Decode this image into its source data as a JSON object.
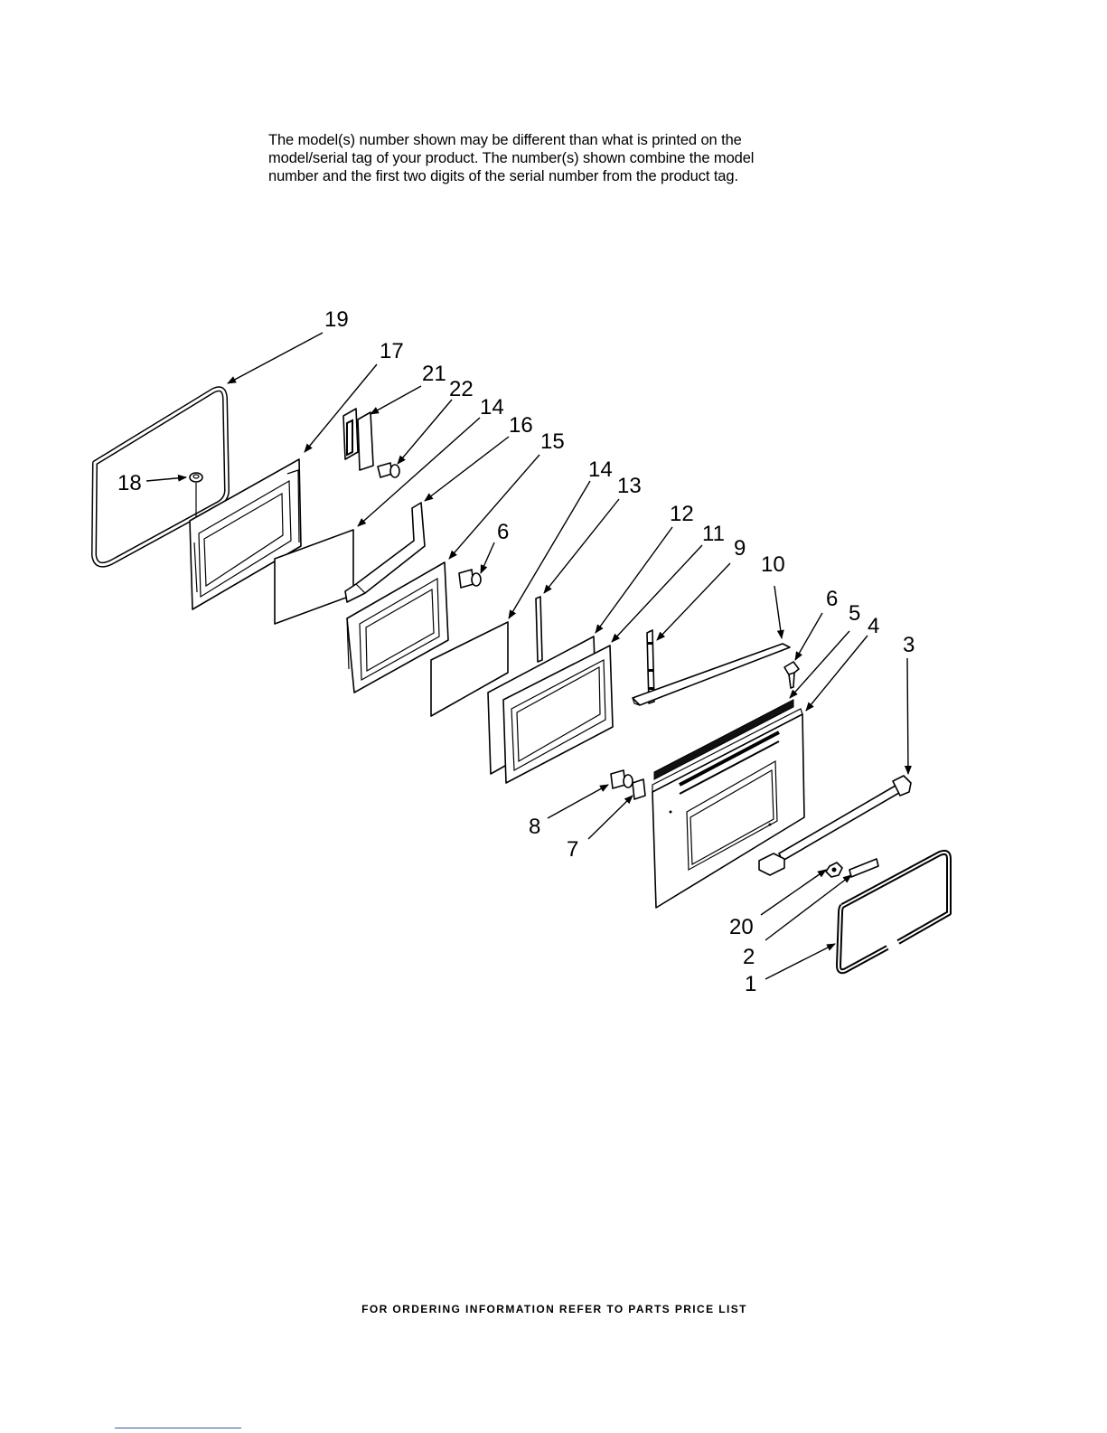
{
  "notice": {
    "lines": [
      "The model(s) number shown may be different than what is printed on the",
      "model/serial tag of your product. The number(s) shown combine the model",
      "number and the first two digits of the serial number from the product tag."
    ]
  },
  "callouts": [
    "19",
    "17",
    "21",
    "22",
    "14",
    "16",
    "15",
    "6",
    "14",
    "13",
    "12",
    "11",
    "9",
    "10",
    "6",
    "5",
    "4",
    "3",
    "18",
    "8",
    "7",
    "20",
    "2",
    "1"
  ],
  "footer": {
    "text": "FOR ORDERING INFORMATION REFER TO PARTS PRICE LIST"
  }
}
